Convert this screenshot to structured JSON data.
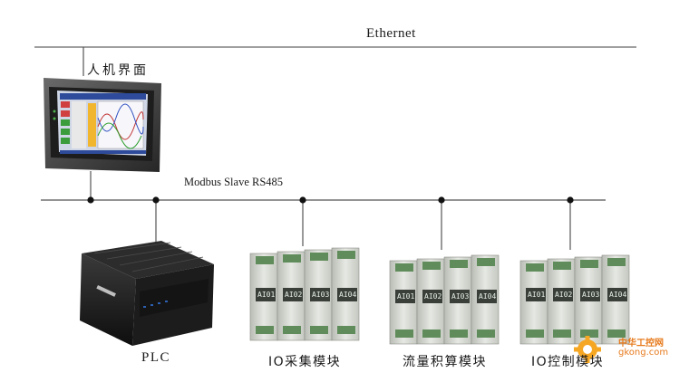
{
  "network": {
    "ethernet_label": "Ethernet",
    "bus_label": "Modbus Slave RS485"
  },
  "devices": {
    "hmi": {
      "label": "人机界面"
    },
    "plc": {
      "label": "PLC"
    },
    "io_acquisition": {
      "label": "IO采集模块",
      "channels": [
        "AI01",
        "AI02",
        "AI03",
        "AI04"
      ]
    },
    "flow_totalizer": {
      "label": "流量积算模块",
      "channels": [
        "AI01",
        "AI02",
        "AI03",
        "AI04"
      ]
    },
    "io_control": {
      "label": "IO控制模块",
      "channels": [
        "AI01",
        "AI02",
        "AI03",
        "AI04"
      ]
    }
  },
  "watermark": {
    "name": "中华工控网",
    "domain": "gkong.com"
  },
  "colors": {
    "line": "#555555",
    "node": "#111111",
    "module_body": "#d9dcd6",
    "watermark": "#e77a1c"
  }
}
